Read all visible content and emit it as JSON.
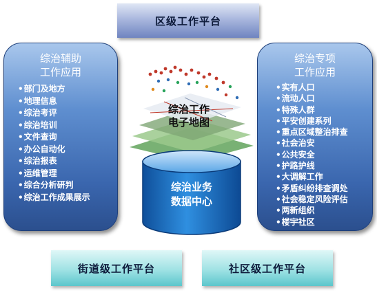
{
  "top_platform": "区级工作平台",
  "left_panel": {
    "title_line1": "综治辅助",
    "title_line2": "工作应用",
    "items": [
      "部门及地方",
      "地理信息",
      "综治考评",
      "综治培训",
      "文件查询",
      "办公自动化",
      "综治报表",
      "运维管理",
      "综合分析研判",
      "综治工作成果展示"
    ]
  },
  "right_panel": {
    "title_line1": "综治专项",
    "title_line2": "工作应用",
    "items": [
      "实有人口",
      "流动人口",
      "特殊人群",
      "平安创建系列",
      "重点区域整治排查",
      "社会治安",
      "公共安全",
      "护路护线",
      "大调解工作",
      "矛盾纠纷排查调处",
      "社会稳定风险评估",
      "两新组织",
      "楼宇社区"
    ]
  },
  "center": {
    "map_line1": "综治工作",
    "map_line2": "电子地图",
    "db_line1": "综治业务",
    "db_line2": "数据中心"
  },
  "bottom": {
    "street": "街道级工作平台",
    "community": "社区级工作平台"
  },
  "colors": {
    "panel_blue": "#3a66ae",
    "top_bar": "#8fa0d2",
    "bottom_bar": "#8adadd",
    "cylinder": "#1f6fc0"
  }
}
